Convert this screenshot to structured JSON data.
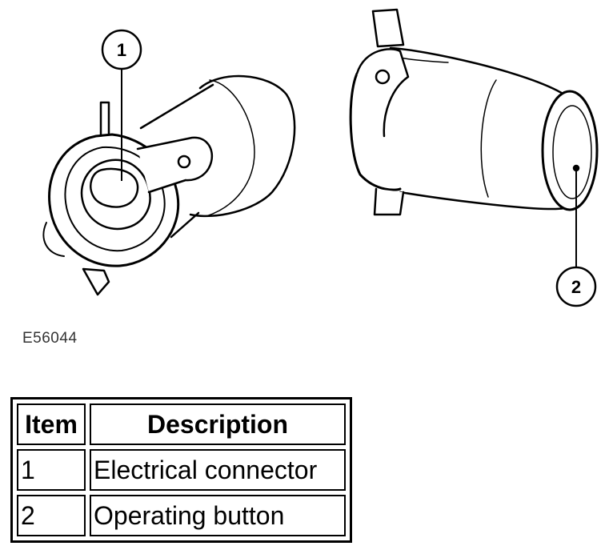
{
  "figure_id": "E56044",
  "callouts": [
    {
      "number": "1"
    },
    {
      "number": "2"
    }
  ],
  "legend": {
    "headers": {
      "item": "Item",
      "description": "Description"
    },
    "rows": [
      {
        "item": "1",
        "description": "Electrical connector"
      },
      {
        "item": "2",
        "description": "Operating button"
      }
    ]
  }
}
